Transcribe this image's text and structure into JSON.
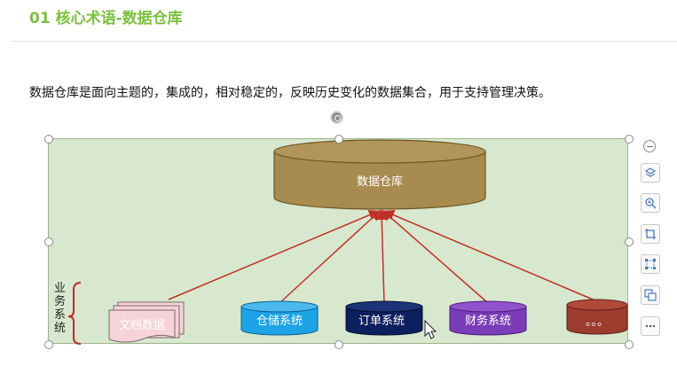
{
  "heading": "01  核心术语-数据仓库",
  "description": "数据仓库是面向主题的，集成的，相对稳定的，反映历史变化的数据集合，用于支持管理决策。",
  "diagram": {
    "warehouse_label": "数据仓库",
    "group_label": "业务系统",
    "sources": [
      {
        "label": "文档数据",
        "color": "#f6d3d8"
      },
      {
        "label": "仓储系统",
        "color": "#1da3e6"
      },
      {
        "label": "订单系统",
        "color": "#0c1f5e"
      },
      {
        "label": "财务系统",
        "color": "#7a3cb8"
      },
      {
        "label": "。。。",
        "color": "#9c3b2e"
      }
    ],
    "colors": {
      "canvas": "#d8e8ce",
      "warehouse": "#a88b4f",
      "arrow": "#c0302a",
      "brace": "#c02a2a",
      "heading": "#7bbf3e"
    }
  },
  "toolbar": {
    "icons": [
      "layers-icon",
      "zoom-in-icon",
      "crop-icon",
      "shape-edit-icon",
      "replace-icon",
      "more-icon"
    ]
  }
}
